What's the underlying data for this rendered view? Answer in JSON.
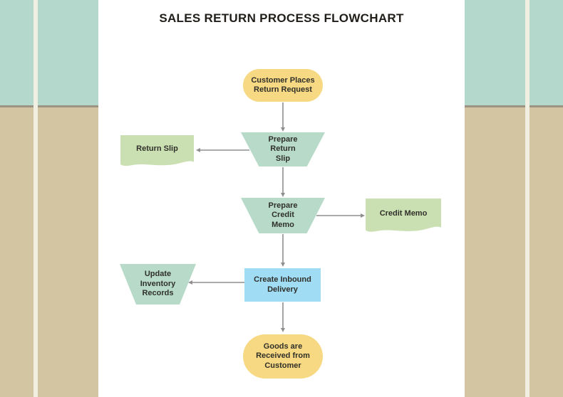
{
  "colors": {
    "bg_top": "#b4d9cc",
    "bg_bottom": "#d3c5a1",
    "stripe": "#f1eee2",
    "divider": "#9c9384",
    "page": "#ffffff",
    "terminator_fill": "#f8d983",
    "manual_operation_fill": "#b7dbc8",
    "document_fill": "#cbe0b2",
    "process_fill": "#a0dcf4",
    "connector": "#8f8f8f",
    "title_text": "#211e19",
    "node_text": "#30302a"
  },
  "title": "SALES RETURN PROCESS FLOWCHART",
  "flowchart": {
    "nodes": [
      {
        "id": "customer-return-request",
        "type": "terminator",
        "label": "Customer Places\nReturn Request"
      },
      {
        "id": "prepare-return-slip",
        "type": "manual-operation",
        "label": "Prepare\nReturn\nSlip"
      },
      {
        "id": "return-slip",
        "type": "document",
        "label": "Return Slip"
      },
      {
        "id": "prepare-credit-memo",
        "type": "manual-operation",
        "label": "Prepare\nCredit\nMemo"
      },
      {
        "id": "credit-memo",
        "type": "document",
        "label": "Credit Memo"
      },
      {
        "id": "create-inbound-delivery",
        "type": "process",
        "label": "Create Inbound\nDelivery"
      },
      {
        "id": "update-inventory-records",
        "type": "manual-operation",
        "label": "Update\nInventory\nRecords"
      },
      {
        "id": "goods-received",
        "type": "terminator",
        "label": "Goods are\nReceived from\nCustomer"
      }
    ],
    "edges": [
      {
        "from": "customer-return-request",
        "to": "prepare-return-slip"
      },
      {
        "from": "prepare-return-slip",
        "to": "return-slip"
      },
      {
        "from": "prepare-return-slip",
        "to": "prepare-credit-memo"
      },
      {
        "from": "prepare-credit-memo",
        "to": "credit-memo"
      },
      {
        "from": "prepare-credit-memo",
        "to": "create-inbound-delivery"
      },
      {
        "from": "create-inbound-delivery",
        "to": "update-inventory-records"
      },
      {
        "from": "create-inbound-delivery",
        "to": "goods-received"
      }
    ]
  }
}
